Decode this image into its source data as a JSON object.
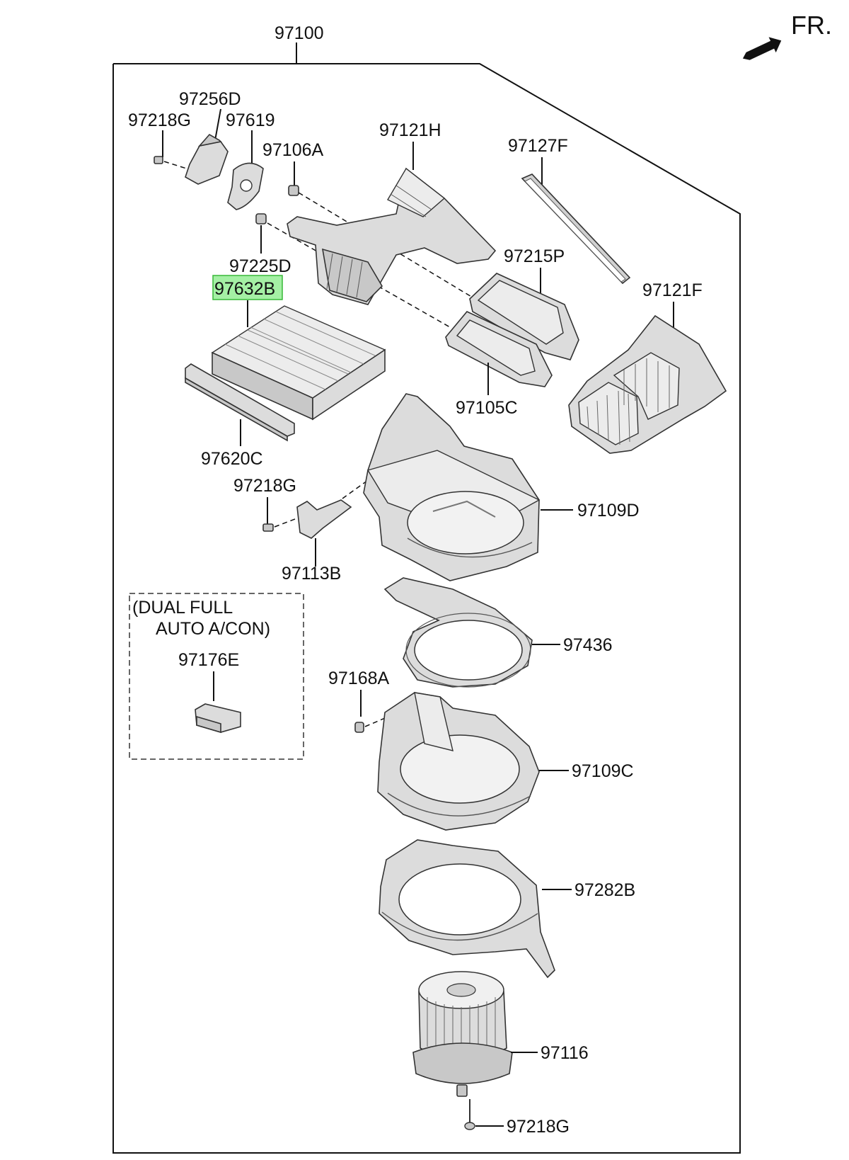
{
  "direction": {
    "label": "FR.",
    "icon": "front-arrow-icon"
  },
  "assembly": {
    "part_no": "97100"
  },
  "highlight_color": "#a4f0a4",
  "parts": [
    {
      "id": "p97256D",
      "label": "97256D"
    },
    {
      "id": "p97218G_a",
      "label": "97218G"
    },
    {
      "id": "p97619",
      "label": "97619"
    },
    {
      "id": "p97106A",
      "label": "97106A"
    },
    {
      "id": "p97121H",
      "label": "97121H"
    },
    {
      "id": "p97127F",
      "label": "97127F"
    },
    {
      "id": "p97225D",
      "label": "97225D"
    },
    {
      "id": "p97215P",
      "label": "97215P"
    },
    {
      "id": "p97632B",
      "label": "97632B",
      "highlighted": true
    },
    {
      "id": "p97121F",
      "label": "97121F"
    },
    {
      "id": "p97105C",
      "label": "97105C"
    },
    {
      "id": "p97620C",
      "label": "97620C"
    },
    {
      "id": "p97218G_b",
      "label": "97218G"
    },
    {
      "id": "p97109D",
      "label": "97109D"
    },
    {
      "id": "p97113B",
      "label": "97113B"
    },
    {
      "id": "p97436",
      "label": "97436"
    },
    {
      "id": "p97176E",
      "label": "97176E"
    },
    {
      "id": "p97168A",
      "label": "97168A"
    },
    {
      "id": "p97109C",
      "label": "97109C"
    },
    {
      "id": "p97282B",
      "label": "97282B"
    },
    {
      "id": "p97116",
      "label": "97116"
    },
    {
      "id": "p97218G_c",
      "label": "97218G"
    }
  ],
  "option_note": {
    "line1": "(DUAL FULL",
    "line2": "AUTO A/CON)"
  }
}
